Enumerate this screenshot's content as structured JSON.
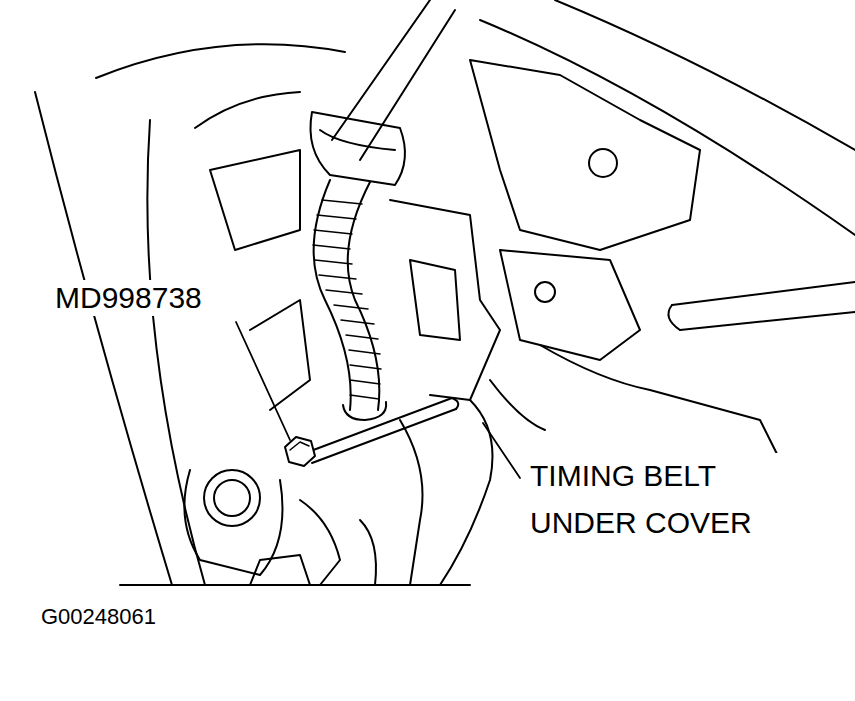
{
  "diagram": {
    "labels": [
      "MD998738",
      "TIMING BELT UNDER COVER",
      "G00248061"
    ]
  }
}
